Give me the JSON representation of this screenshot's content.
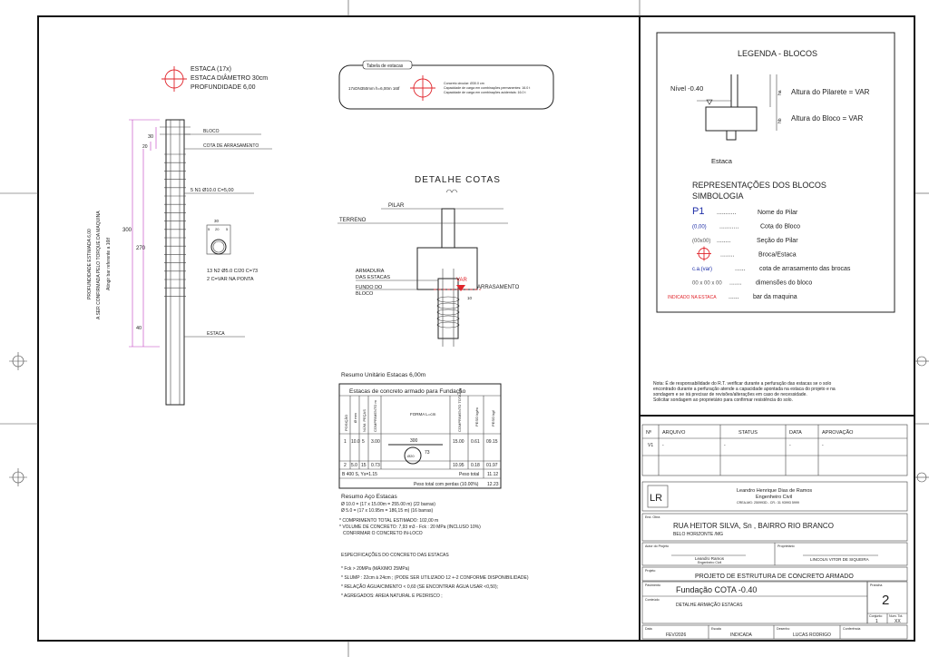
{
  "pile": {
    "symbol_lines": [
      "ESTACA (17x)",
      "ESTACA DIÂMETRO 30cm",
      "PROFUNDIDADE 6,00"
    ],
    "label_bloco": "BLOCO",
    "label_cota": "COTA DE ARRASAMENTO",
    "label_n1": "5 N1 Ø10.0 C=5,00",
    "label_estaca": "ESTACA",
    "dim_30": "30",
    "dim_20": "20",
    "dim_300": "300",
    "dim_270": "270",
    "dim_40": "40",
    "side_lines": [
      "PROFUNDIDADE ESTIMADA 6,00",
      "A SER CONFIRMADA PELO TORQUE DA MAQUINA",
      "Atingir bar referente a 16tf"
    ],
    "section_dims": [
      "30",
      "5",
      "20",
      "5"
    ],
    "stirrup_lines": [
      "13 N2 Ø5.0 C/20 C=73",
      "2 C=VAR NA PONTA"
    ]
  },
  "table_estacas": {
    "title": "Tabela de estacas",
    "left": "17xDN350mm h=6,00m 16tf",
    "lines": [
      "Concreto circular: Ø30.0 cm",
      "Capacidade de carga em combinações permanentes: 16.0 t",
      "Capacidade de carga em combinações acidentais: 16.0 t"
    ]
  },
  "detail": {
    "title": "DETALHE COTAS",
    "pilar": "PILAR",
    "terreno": "TERRENO",
    "armadura": [
      "ARMADURA",
      "DAS ESTACAS"
    ],
    "fundo": [
      "FUNDO DO",
      "BLOCO"
    ],
    "var": "VAR",
    "arrasamento": "ARRASAMENTO",
    "dim_10": "10"
  },
  "resumo": {
    "title": "Resumo Unitário Estacas 6,00m",
    "table_title": "Estacas de concreto armado para Fundação",
    "headers": [
      "POSIÇÃO",
      "Ø mm",
      "NÚM. PEÇAS",
      "COMPRIMENTO m",
      "FORMA L=cm",
      "COMPRIMENTO TOTAL m",
      "PESO kg/m",
      "PESO kgf"
    ],
    "rows": [
      {
        "pos": "1",
        "diam": "10.0",
        "num": "5",
        "comp": "3.00",
        "forma": "300",
        "total": "15.00",
        "peso_m": "0.61",
        "peso": "09.15"
      },
      {
        "pos": "2",
        "diam": "5.0",
        "num": "15",
        "comp": "0.73",
        "forma": "73",
        "forma2": "Ø20",
        "total": "10.95",
        "peso_m": "0.18",
        "peso": "01.97"
      }
    ],
    "footer_left": "B 400 S, Ys=1.15",
    "peso_total_label": "Peso total",
    "peso_total": "11.12",
    "perdas_label": "Peso total com perdas (10.00%)",
    "perdas": "12.23"
  },
  "aco": {
    "title": "Resumo Aço Estacas",
    "lines": [
      "Ø 10.0 = (17 x 15.00m = 255.00 m) (22 barras)",
      "Ø 5.0 = (17 x 10.95m = 186,15 m) (16 barras)"
    ]
  },
  "notes": [
    "* COMPRIMENTO TOTAL ESTIMADO: 102,00 m",
    "* VOLUME DE CONCRETO: 7,93 m3 - Fck : 20 MPa (INCLUSO 10%)",
    "CONFIRMAR O CONCRETO IN-LOCO"
  ],
  "specs": {
    "title": "ESPECIFICAÇÕES DO CONCRETO DAS ESTACAS",
    "lines": [
      "* Fck > 20MPa (MÁXIMO 25MPa)",
      "* SLUMP : 22cm à 24cm ; (PODE SER UTILIZADO 12 +-2 CONFORME DISPONIBILIDADE)",
      "* RELAÇÃO ÁGUA/CIMENTO < 0,60 (SE ENCONTRAR ÁGUA USAR <0,50);",
      "* AGREGADOS: AREIA NATURAL E PEDRISCO ;"
    ]
  },
  "legend": {
    "title": "LEGENDA - BLOCOS",
    "nivel": "Nível -0.40",
    "ha": "ha",
    "hb": "hb",
    "pilarete": "Altura do Pilarete = VAR",
    "bloco": "Altura do Bloco = VAR",
    "estaca": "Estaca",
    "rep_title": [
      "REPRESENTAÇÕES DOS BLOCOS",
      "SIMBOLOGIA"
    ],
    "items": [
      {
        "sym": "P1",
        "dots": "...........",
        "text": "Nome do Pilar",
        "color": "#1f2fa8"
      },
      {
        "sym": "(0,00)",
        "dots": "...........",
        "text": "Cota do Bloco",
        "color": "#1f2fa8"
      },
      {
        "sym": "(00x00)",
        "dots": "........",
        "text": "Seção do Pilar",
        "color": "#555555"
      },
      {
        "sym": "",
        "dots": "........",
        "text": "Broca/Estaca",
        "color": "#e0242b"
      },
      {
        "sym": "c.a.(var)",
        "dots": "......",
        "text": "cota de arrasamento das brocas",
        "color": "#1f2fa8"
      },
      {
        "sym": "00 x 00 x 00",
        "dots": ".......",
        "text": "dimensões do bloco",
        "color": "#555555"
      },
      {
        "sym": "INDICADO NA ESTACA",
        "dots": "......",
        "text": "bar da maquina",
        "color": "#e0242b"
      }
    ]
  },
  "note_rt": [
    "Nota: É de responsabilidade do R.T. verificar durante a perfuração das estacas se o solo",
    "encontrado durante a perfuração atende a capacidade apontada na estaca do projeto e na",
    "sondagem e se irá precisar de revisões/alterações em caso de necessidade.",
    "Solicitar sondagem ao proprietário para confirmar resistência do solo."
  ],
  "revisions": {
    "headers": [
      "Nº",
      "ARQUIVO",
      "STATUS",
      "DATA",
      "APROVAÇÃO"
    ],
    "row": [
      "V1",
      "-",
      "-",
      "-",
      "-"
    ]
  },
  "titleblock": {
    "logo": "LR",
    "author": "Leandro Henrique Dias de Ramos",
    "role": "Engenheiro Civil",
    "crea": "CREA-MG: 250993D - CR.: 31 93993 5999",
    "end_label": "End. Obra",
    "address": "RUA HEITOR SILVA, Sn , BAIRRO RIO BRANCO",
    "city": "BELO HORIZONTE /MG",
    "autor_label": "Autor do Projeto",
    "prop_label": "Proprietário",
    "autor_name": "Leandro Ramos",
    "autor_role": "Engenheiro Civil",
    "prop_name": "LINCOLN VITOR DE SIQUEIRA",
    "projeto_label": "Projeto",
    "projeto": "PROJETO DE ESTRUTURA DE CONCRETO ARMADO",
    "pavimento_label": "Pavimento",
    "pavimento": "Fundação COTA -0.40",
    "conteudo_label": "Conteúdo",
    "conteudo": "DETALHE ARMAÇÃO ESTACAS",
    "prancha_label": "Prancha",
    "prancha": "2",
    "conjunto_label": "Conjunto",
    "conjunto": "1",
    "num_label": "Num. Tot.",
    "num": "XX",
    "data_label": "Data",
    "data": "FEV/2026",
    "escala_label": "Escala",
    "escala": "INDICADA",
    "desenho_label": "Desenho",
    "desenho": "LUCAS RODRIGO",
    "conferido_label": "Conferência",
    "conferido": ""
  }
}
